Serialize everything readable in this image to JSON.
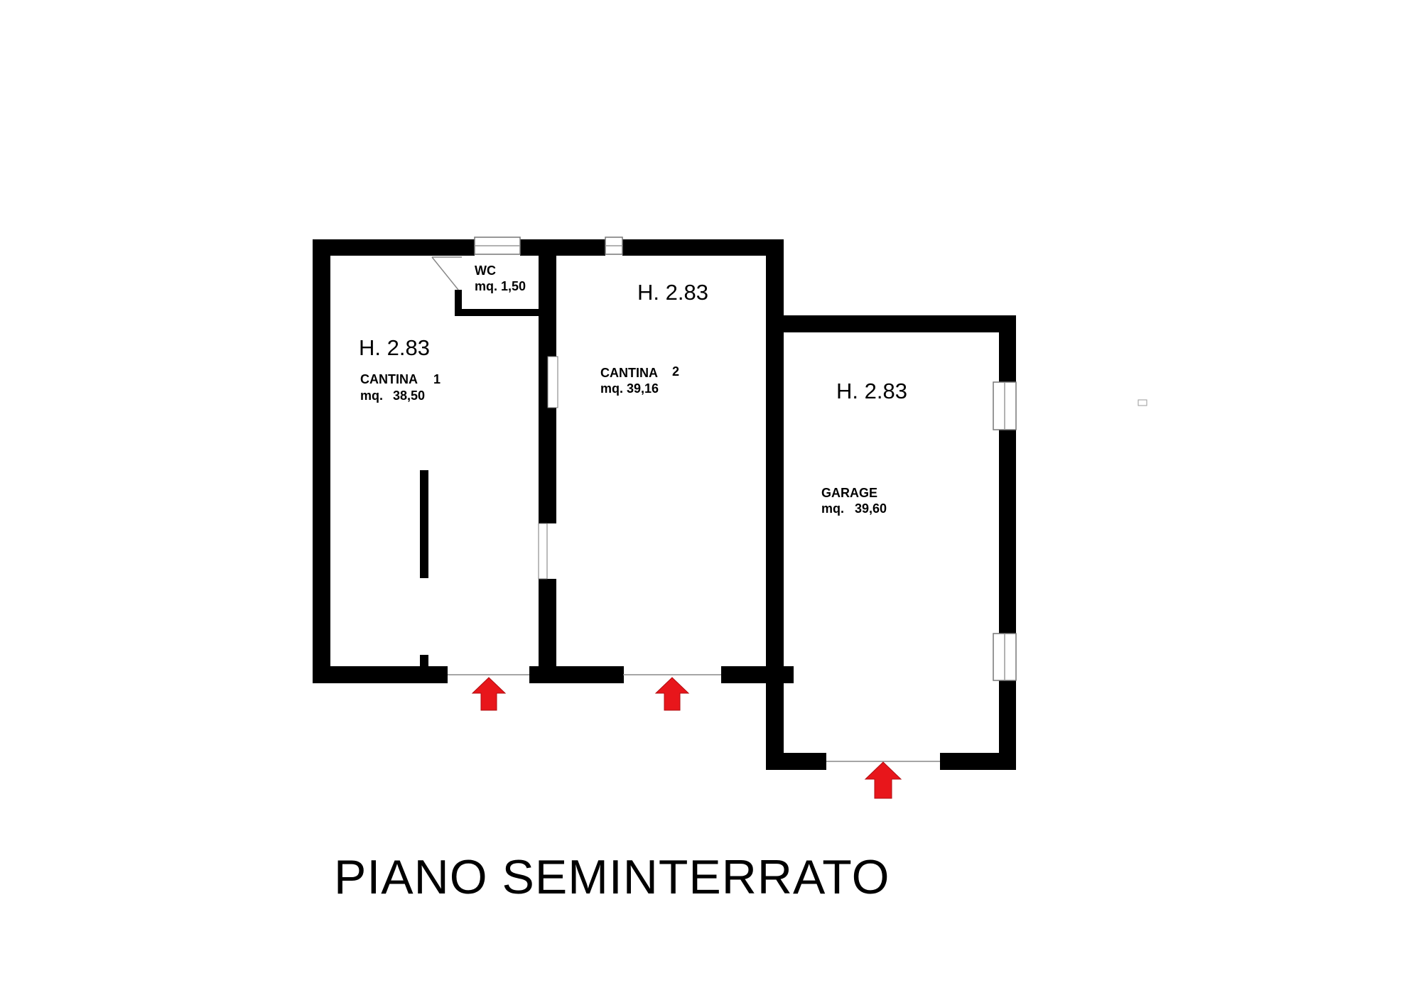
{
  "title": "PIANO SEMINTERRATO",
  "colors": {
    "walls": "#000000",
    "entrance_arrows": "#e8161b",
    "background": "#ffffff"
  },
  "rooms": {
    "wc": {
      "name": "WC",
      "area": "mq. 1,50"
    },
    "cantina1": {
      "height": "H. 2.83",
      "name": "CANTINA",
      "number": "1",
      "area_label": "mq.",
      "area_value": "38,50"
    },
    "cantina2": {
      "height": "H. 2.83",
      "name": "CANTINA",
      "number": "2",
      "area": "mq. 39,16"
    },
    "garage": {
      "height": "H. 2.83",
      "name": "GARAGE",
      "area_label": "mq.",
      "area_value": "39,60"
    }
  },
  "icons": {
    "entrance": "entrance-arrow-icon"
  }
}
